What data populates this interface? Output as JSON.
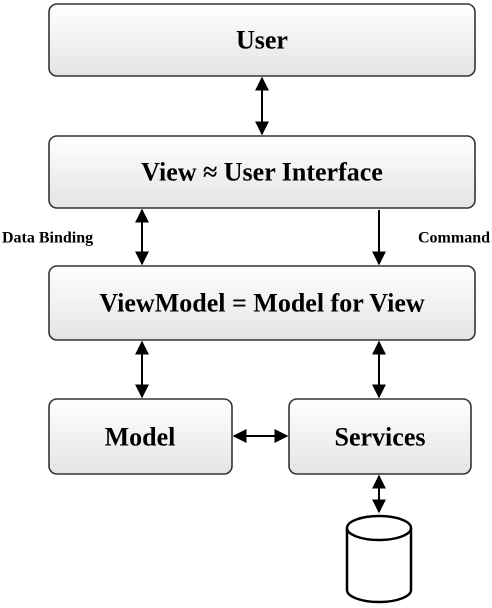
{
  "boxes": {
    "user": "User",
    "view": "View ≈ User Interface",
    "viewmodel": "ViewModel = Model for View",
    "model": "Model",
    "services": "Services"
  },
  "edges": {
    "data_binding": "Data Binding",
    "command": "Command"
  },
  "colors": {
    "box_top": "#ffffff",
    "box_bottom": "#e6e6e6",
    "box_border": "#333333",
    "line": "#000000"
  },
  "icons": {
    "database": "database-cylinder-icon"
  }
}
